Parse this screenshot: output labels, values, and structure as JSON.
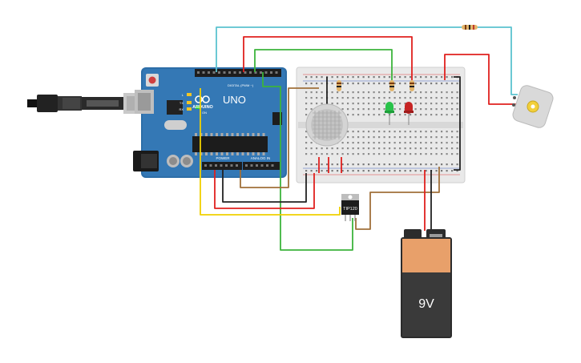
{
  "board": {
    "brand": "ARDUINO",
    "model": "UNO",
    "power_label": "POWER",
    "analog_label": "ANALOG IN",
    "digital_label": "DIGITAL (PWM ~)",
    "led_tx": "TX",
    "led_rx": "RX",
    "led_l": "L",
    "led_on": "ON"
  },
  "transistor": {
    "label": "TIP120"
  },
  "battery": {
    "label": "9V"
  },
  "colors": {
    "wire_red": "#e0201e",
    "wire_green": "#3cb43c",
    "wire_cyan": "#5bc3cf",
    "wire_yellow": "#f0d000",
    "wire_brown": "#a0703a",
    "wire_black": "#222222",
    "board_blue": "#2d6ea8",
    "battery_orange": "#e8a06a",
    "battery_dark": "#2c2c2c",
    "led_green": "#29c24a",
    "led_red": "#c62424"
  },
  "icons": {
    "usb": "usb-cable-icon",
    "gas_sensor": "gas-sensor-icon",
    "motor": "dc-motor-icon"
  }
}
